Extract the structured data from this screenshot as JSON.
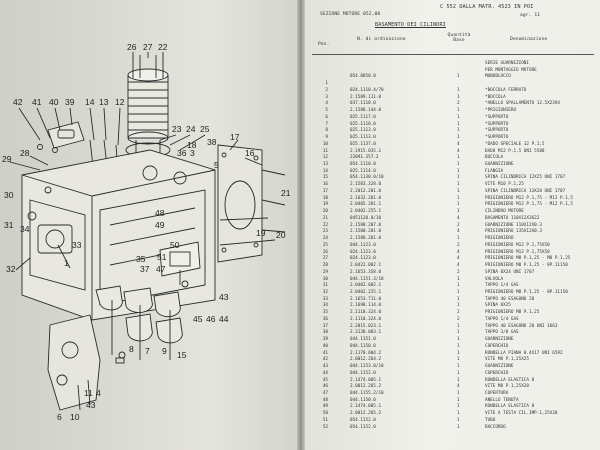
{
  "header": {
    "page_ref": "C 552 DALLA MATR. 4523 IN POI",
    "page_num": "agr. 11",
    "section": "SEZIONE MOTORE 052,00",
    "group_title": "BASAMENTO DEI CILINDRI",
    "col_pos": "Pos.",
    "col_code": "N. di ordinazione",
    "col_qty": "Quantità Base",
    "col_desc": "Denominazione"
  },
  "callouts": [
    "26",
    "27",
    "22",
    "42",
    "41",
    "40",
    "39",
    "14",
    "13",
    "12",
    "18",
    "36",
    "3",
    "23",
    "24",
    "25",
    "38",
    "17",
    "29",
    "28",
    "5",
    "16",
    "33",
    "30",
    "34",
    "32",
    "31",
    "48",
    "49",
    "50",
    "51",
    "35",
    "37",
    "47",
    "8",
    "7",
    "9",
    "15",
    "1",
    "45",
    "46",
    "44",
    "43",
    "6",
    "10",
    "11",
    "4",
    "21",
    "20",
    "19"
  ],
  "parts": [
    {
      "pos": "",
      "code": "",
      "qty": "",
      "desc": "SERIE GUARNIZIONI"
    },
    {
      "pos": "",
      "code": "",
      "qty": "",
      "desc": "PER MONTAGGIO MOTORE"
    },
    {
      "pos": "",
      "code": "054.0858.0",
      "qty": "1",
      "desc": "MONOBLOCCO"
    },
    {
      "pos": "1",
      "code": "",
      "qty": "",
      "desc": ""
    },
    {
      "pos": "2",
      "code": "024.1110.4/70",
      "qty": "1",
      "desc": "*BOCCOLA FERRATO"
    },
    {
      "pos": "3",
      "code": "2.1589.111.0",
      "qty": "1",
      "desc": "*BOCCOLA"
    },
    {
      "pos": "4",
      "code": "037.1118.0",
      "qty": "2",
      "desc": "*ANELLO SPALLAMENTO 12.5X2394"
    },
    {
      "pos": "5",
      "code": "2.1588.144.0",
      "qty": "1",
      "desc": "*PRIGIONIERO"
    },
    {
      "pos": "6",
      "code": "025.1117.0",
      "qty": "1",
      "desc": "*SUPPORTO"
    },
    {
      "pos": "7",
      "code": "025.1118.0",
      "qty": "1",
      "desc": "*SUPPORTO"
    },
    {
      "pos": "8",
      "code": "025.1113.0",
      "qty": "1",
      "desc": "*SUPPORTO"
    },
    {
      "pos": "9",
      "code": "025.1113.0",
      "qty": "1",
      "desc": "*SUPPORTO"
    },
    {
      "pos": "10",
      "code": "025.1137.0",
      "qty": "4",
      "desc": "*DADO SPECIALE 12 P.1,5"
    },
    {
      "pos": "11",
      "code": "2.1915.035.1",
      "qty": "4",
      "desc": "DADO M12 P.1,5 UNI 5588"
    },
    {
      "pos": "12",
      "code": "22091.357.2",
      "qty": "1",
      "desc": "BOCCOLA"
    },
    {
      "pos": "13",
      "code": "054.1118.0",
      "qty": "1",
      "desc": "GUARNIZIONE"
    },
    {
      "pos": "14",
      "code": "025.1114.0",
      "qty": "1",
      "desc": "FLANGIA"
    },
    {
      "pos": "15",
      "code": "054.1130.0/10",
      "qty": "1",
      "desc": "SPINA CILINDRICA 12X25 UNI 1707"
    },
    {
      "pos": "16",
      "code": "2.1583.328.0",
      "qty": "1",
      "desc": "VITE M10 P.1,25"
    },
    {
      "pos": "17",
      "code": "2.2012.201.0",
      "qty": "1",
      "desc": "SPINA CILINDRICA 13X20 UNI 1707"
    },
    {
      "pos": "18",
      "code": "2.1632.201.0",
      "qty": "1",
      "desc": "PRIGIONIERO M12 P.1,75 - M12 P.1,5"
    },
    {
      "pos": "19",
      "code": "2.0405.201.1",
      "qty": "1",
      "desc": "PRIGIONIERO M12 P.1,75 - M12 P.1,5"
    },
    {
      "pos": "20",
      "code": "2.0402.255.1",
      "qty": "1",
      "desc": "CILINDRO MOTORE"
    },
    {
      "pos": "21",
      "code": "0451120.0/10",
      "qty": "4",
      "desc": "BASAMENTO 110X12X3622"
    },
    {
      "pos": "22",
      "code": "2.1580.207.0",
      "qty": "2",
      "desc": "GUARNIZIONE 110X12X0.3"
    },
    {
      "pos": "23",
      "code": "2.1580.201.0",
      "qty": "4",
      "desc": "PRIGIONIERO 135X12X0.3"
    },
    {
      "pos": "24",
      "code": "2.1580.201.0",
      "qty": "1",
      "desc": "PRIGIONIERO"
    },
    {
      "pos": "25",
      "code": "044.1123.0",
      "qty": "2",
      "desc": "PRIGIONIERO M12 P.1,75X50"
    },
    {
      "pos": "26",
      "code": "024.1123.0",
      "qty": "4",
      "desc": "PRIGIONIERO M12 P.1,75X50"
    },
    {
      "pos": "27",
      "code": "024.1123.0",
      "qty": "4",
      "desc": "PRIGIONIERO M8 P.1,25 - M8 P.1,25"
    },
    {
      "pos": "28",
      "code": "2.0422.002.1",
      "qty": "4",
      "desc": "PRIGIONIERO M8 P.1,25 - 8P.11150"
    },
    {
      "pos": "29",
      "code": "2.1653.358.0",
      "qty": "2",
      "desc": "SPINA 8X24 UNI 1707"
    },
    {
      "pos": "30",
      "code": "044.1151.3/10",
      "qty": "1",
      "desc": "VALVOLA"
    },
    {
      "pos": "31",
      "code": "2.0402.002.1",
      "qty": "1",
      "desc": "TAPPO 1/4 GAS"
    },
    {
      "pos": "32",
      "code": "2.0402.225.1",
      "qty": "1",
      "desc": "PRIGIONIERO M8 P.1,25 - 8P.11150"
    },
    {
      "pos": "33",
      "code": "2.1653.711.0",
      "qty": "1",
      "desc": "TAPPO 40 ESAGONO 20"
    },
    {
      "pos": "34",
      "code": "2.1698.114.0",
      "qty": "1",
      "desc": "SPINA 8X25"
    },
    {
      "pos": "35",
      "code": "2.1110.324.0",
      "qty": "2",
      "desc": "PRIGIONIERO M8 P.1,25"
    },
    {
      "pos": "36",
      "code": "2.1110.324.0",
      "qty": "2",
      "desc": "TAPPO 1/4 GAS"
    },
    {
      "pos": "37",
      "code": "2.2015.023.1",
      "qty": "1",
      "desc": "TAPPO 40 ESAGONO 20 UNI 1663"
    },
    {
      "pos": "38",
      "code": "2.3138.003.1",
      "qty": "1",
      "desc": "TAPPO 3/8 GAS"
    },
    {
      "pos": "39",
      "code": "044.1151.0",
      "qty": "1",
      "desc": "GUARNIZIONE"
    },
    {
      "pos": "40",
      "code": "044.1150.0",
      "qty": "1",
      "desc": "COPERCHIO"
    },
    {
      "pos": "41",
      "code": "2.1170.004.2",
      "qty": "1",
      "desc": "RONDELLA PIANA 8.4X17 UNI 6592"
    },
    {
      "pos": "42",
      "code": "2.0012.264.2",
      "qty": "1",
      "desc": "VITE M8 P.1,25X25"
    },
    {
      "pos": "43",
      "code": "044.1153.0/10",
      "qty": "1",
      "desc": "GUARNIZIONE"
    },
    {
      "pos": "44",
      "code": "044.1152.0",
      "qty": "1",
      "desc": "COPERCHIO"
    },
    {
      "pos": "45",
      "code": "2.1474.005.1",
      "qty": "1",
      "desc": "RONDELLA ELASTICA 8"
    },
    {
      "pos": "46",
      "code": "2.0012.265.2",
      "qty": "4",
      "desc": "VITE M8 P.1,25X20"
    },
    {
      "pos": "47",
      "code": "044.1155.2/10",
      "qty": "1",
      "desc": "COPERTURA"
    },
    {
      "pos": "48",
      "code": "044.1150.0",
      "qty": "1",
      "desc": "ANELLO TENUTA"
    },
    {
      "pos": "49",
      "code": "2.1474.005.1",
      "qty": "1",
      "desc": "RONDELLA ELASTICA 8"
    },
    {
      "pos": "50",
      "code": "2.0012.265.2",
      "qty": "1",
      "desc": "VITE A TESTA CIL.IMP.1,25X20"
    },
    {
      "pos": "51",
      "code": "054.1152.0",
      "qty": "1",
      "desc": "TUBO"
    },
    {
      "pos": "52",
      "code": "054.1152.0",
      "qty": "1",
      "desc": "RACCORDO"
    }
  ]
}
